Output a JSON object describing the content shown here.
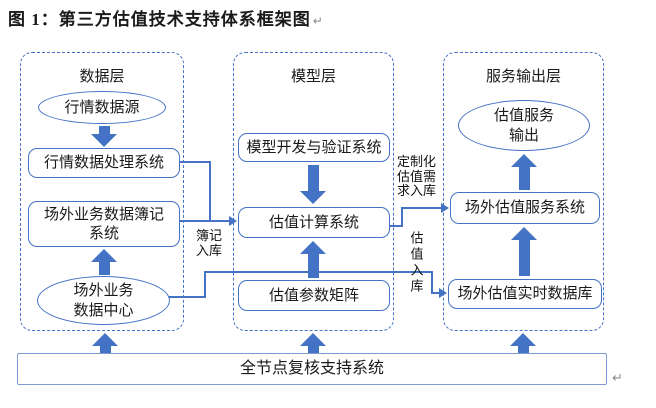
{
  "title": {
    "text": "图 1：第三方估值技术支持体系框架图",
    "paragraph_mark": "↵"
  },
  "colors": {
    "accent_blue": "#4472C4",
    "bottom_box_border": "#7D9AD0",
    "text": "#1a1a1a"
  },
  "layers": {
    "data": {
      "label": "数据层"
    },
    "model": {
      "label": "模型层"
    },
    "service": {
      "label": "服务输出层"
    }
  },
  "nodes": {
    "market_data_source": {
      "label": "行情数据源"
    },
    "market_data_processing_system": {
      "label": "行情数据处理系统"
    },
    "otc_booking_system": {
      "line1": "场外业务数据簿记",
      "line2": "系统"
    },
    "otc_data_center": {
      "line1": "场外业务",
      "line2": "数据中心"
    },
    "model_dev_validation_system": {
      "label": "模型开发与验证系统"
    },
    "valuation_calc_system": {
      "label": "估值计算系统"
    },
    "valuation_param_matrix": {
      "label": "估值参数矩阵"
    },
    "valuation_service_output": {
      "line1": "估值服务",
      "line2": "输出"
    },
    "otc_valuation_service_system": {
      "label": "场外估值服务系统"
    },
    "otc_valuation_realtime_db": {
      "label": "场外估值实时数据库"
    },
    "full_node_review_system": {
      "label": "全节点复核支持系统"
    }
  },
  "edge_labels": {
    "booking_in": {
      "line1": "簿记",
      "line2": "入库"
    },
    "customized_valuation_demand_in": {
      "line1": "定制化",
      "line2": "估值需",
      "line3": "求入库"
    },
    "valuation_in": {
      "label": "估值入库"
    }
  },
  "footer": {
    "paragraph_mark": "↵"
  }
}
